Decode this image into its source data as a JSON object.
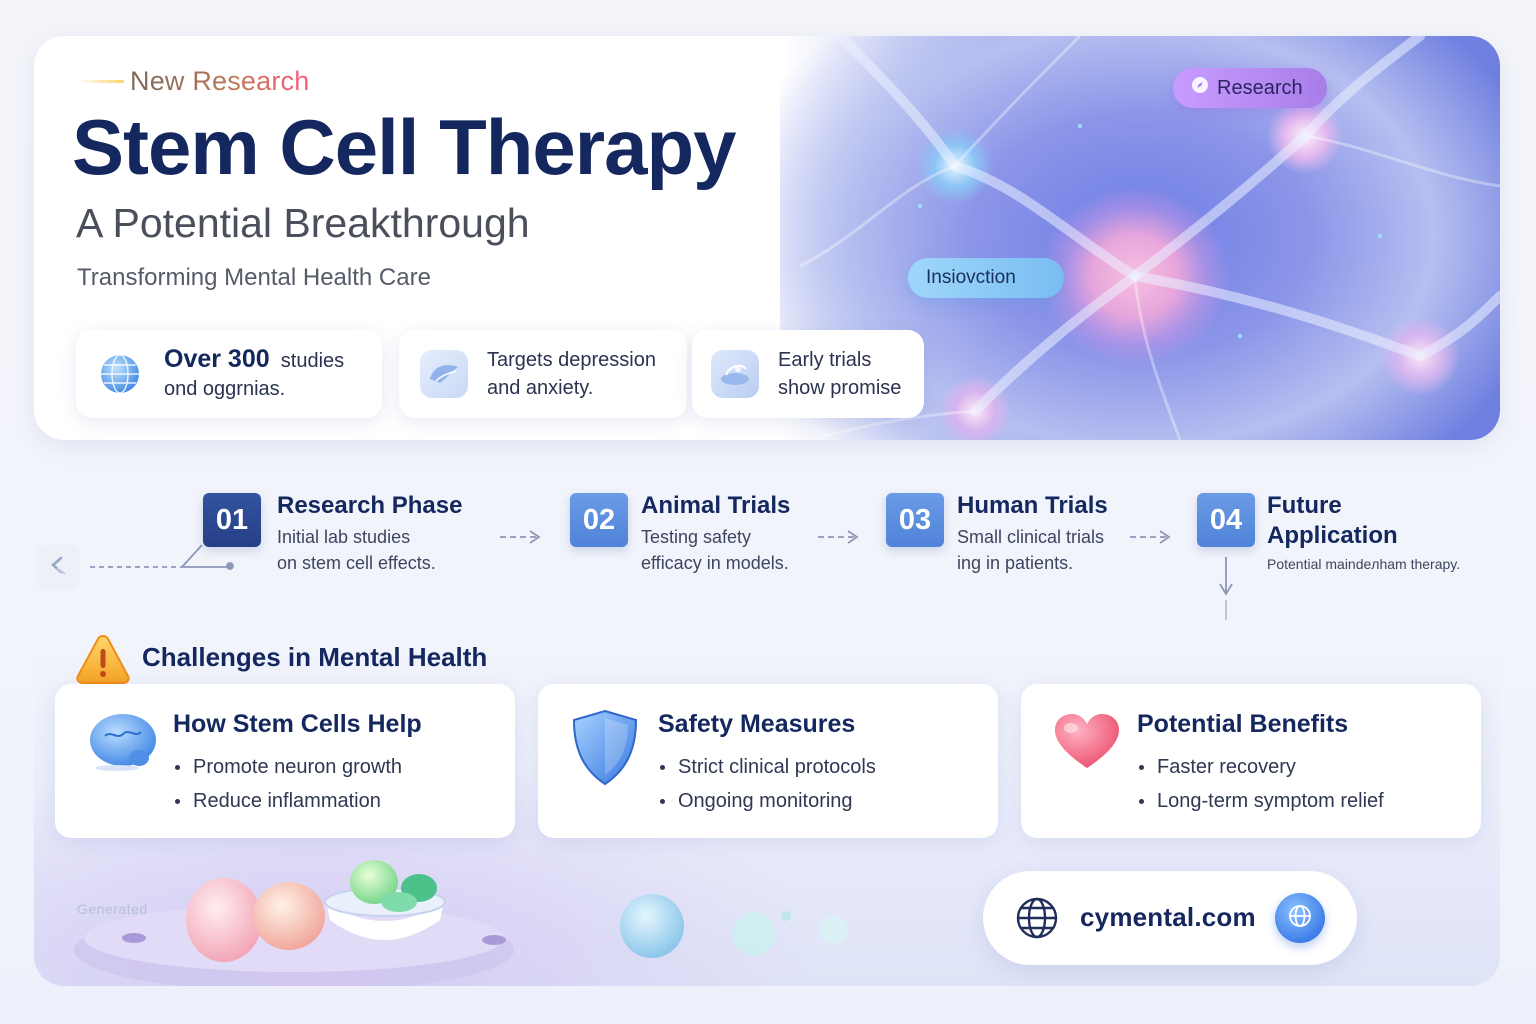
{
  "hero": {
    "eyebrow": "New Research",
    "title": "Stem Cell Therapy",
    "subtitle": "A Potential Breakthrough",
    "tagline": "Transforming Mental Health Care",
    "tags": {
      "research": "Research",
      "innovation": "Insiovction"
    },
    "stats": [
      {
        "strong": "Over 300",
        "line1_rest": "studies",
        "line2": "ond oggrnias.",
        "icon": "globe-icon"
      },
      {
        "line1": "Targets depression",
        "line2": "and anxiety.",
        "icon": "brain-icon"
      },
      {
        "line1": "Early trials",
        "line2": "show promise",
        "icon": "petri-dish-icon"
      }
    ]
  },
  "timeline": {
    "steps": [
      {
        "number": "01",
        "title": "Research Phase",
        "desc1": "Initial lab studies",
        "desc2": "on stem cell effects."
      },
      {
        "number": "02",
        "title": "Animal Trials",
        "desc1": "Testing safety",
        "desc2": "efficacy in models."
      },
      {
        "number": "03",
        "title": "Human Trials",
        "desc1": "Small clinical trials",
        "desc2": "ing in patients."
      },
      {
        "number": "04",
        "title_line1": "Future",
        "title_line2": "Application",
        "desc1": "Potential maindeлham therapy."
      }
    ]
  },
  "challenges": {
    "heading": "Challenges in Mental Health",
    "cards": [
      {
        "title": "How Stem Cells Help",
        "items": [
          "Promote neuron growth",
          "Reduce inflammation"
        ],
        "icon": "brain-icon"
      },
      {
        "title": "Safety Measures",
        "items": [
          "Strict clinical protocols",
          "Ongoing monitoring"
        ],
        "icon": "shield-icon"
      },
      {
        "title": "Potential Benefits",
        "items": [
          "Faster recovery",
          "Long-term symptom relief"
        ],
        "icon": "heart-icon"
      }
    ]
  },
  "footer": {
    "url": "cymental.com",
    "faint_label": "Generated"
  },
  "colors": {
    "navy": "#14275e",
    "badge_blue_dark": "#2a4a9a",
    "badge_blue": "#5b8de0",
    "research_pill": "#b48af0",
    "innovation_pill": "#8ccaf7",
    "heart": "#f0637f",
    "warning": "#fbb43c"
  }
}
